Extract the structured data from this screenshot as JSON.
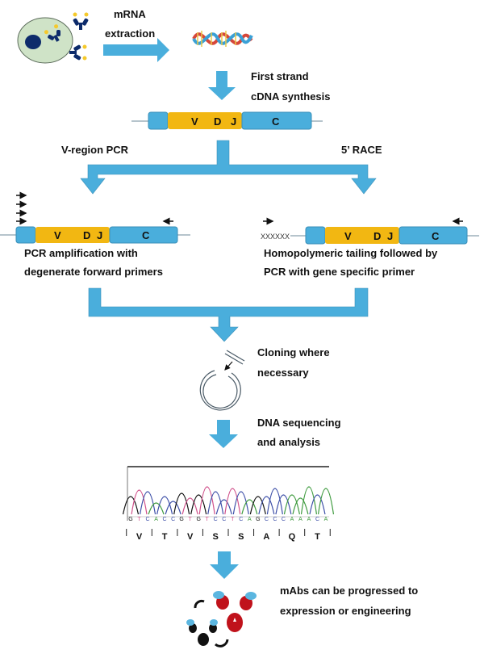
{
  "title": "Antibody variable region sequencing workflow",
  "colors": {
    "arrow": "#4aaedc",
    "arrow_stroke": "#3a8fb8",
    "v_region": "#f2b712",
    "c_region": "#4aaedc",
    "cell": "#cfe3c7",
    "nucleus": "#0d2b6b",
    "antibody_dark": "#0d2b6b",
    "antibody_tip": "#f5c92b",
    "mab_red": "#c0121b",
    "mab_blue": "#5bb6e0",
    "mab_black": "#111111"
  },
  "steps": {
    "mrna_extraction": [
      "mRNA",
      "extraction"
    ],
    "first_strand": [
      "First strand",
      "cDNA synthesis"
    ],
    "branch_left": "V-region PCR",
    "branch_right": "5’ RACE",
    "left_desc": [
      "PCR amplification with",
      "degenerate forward primers"
    ],
    "right_desc": [
      "Homopolymeric tailing followed by",
      "PCR with gene specific primer"
    ],
    "cloning": [
      "Cloning where",
      "necessary"
    ],
    "sequencing": [
      "DNA sequencing",
      "and analysis"
    ],
    "final": [
      "mAbs can be progressed to",
      "expression or engineering"
    ]
  },
  "gene_segments": {
    "v": "V",
    "d": "D",
    "j": "J",
    "c": "C"
  },
  "tail_label": "XXXXXX",
  "chromatogram": {
    "bases": [
      "G",
      "T",
      "C",
      "A",
      "C",
      "C",
      "G",
      "T",
      "G",
      "T",
      "C",
      "C",
      "T",
      "C",
      "A",
      "G",
      "C",
      "C",
      "C",
      "A",
      "A",
      "A",
      "C",
      "A"
    ],
    "amino_acids": [
      "V",
      "T",
      "V",
      "S",
      "S",
      "A",
      "Q",
      "T"
    ],
    "trace_colors": {
      "A": "#3f9b3f",
      "C": "#3d4fa8",
      "G": "#111111",
      "T": "#d0508a"
    }
  }
}
